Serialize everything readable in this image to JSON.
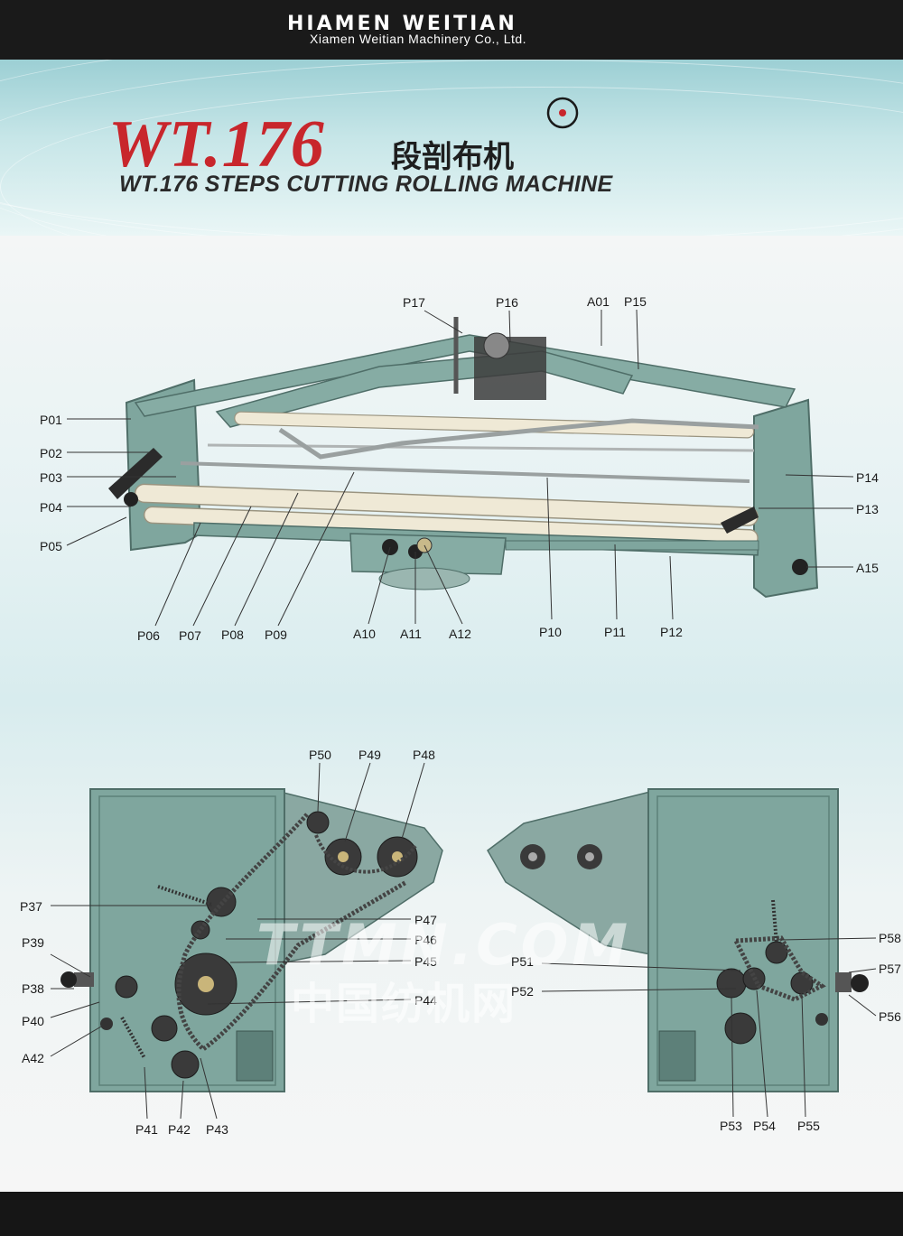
{
  "header": {
    "brand": "HIAMEN WEITIAN",
    "company": "Xiamen Weitian Machinery Co., Ltd."
  },
  "title": {
    "model": "WT.176",
    "cn_name": "段剖布机",
    "en_name": "WT.176 STEPS CUTTING ROLLING MACHINE"
  },
  "watermark": {
    "line1": "TTMN.COM",
    "line2": "中国纺机网"
  },
  "colors": {
    "accent_red": "#c8262c",
    "machine_green": "#7fa69e",
    "banner_teal": "#9ccfd4"
  },
  "parts_top": [
    "P17",
    "P16",
    "A01",
    "P15",
    "P01",
    "P02",
    "P03",
    "P04",
    "P05",
    "P14",
    "P13",
    "A15",
    "P06",
    "P07",
    "P08",
    "P09",
    "A10",
    "A11",
    "A12",
    "P10",
    "P11",
    "P12"
  ],
  "parts_bottom_left": [
    "P50",
    "P49",
    "P48",
    "P37",
    "P47",
    "P46",
    "P39",
    "P45",
    "P38",
    "P44",
    "P40",
    "A42",
    "P41",
    "P42",
    "P43"
  ],
  "parts_bottom_right": [
    "P58",
    "P57",
    "P51",
    "P52",
    "P56",
    "P53",
    "P54",
    "P55"
  ]
}
